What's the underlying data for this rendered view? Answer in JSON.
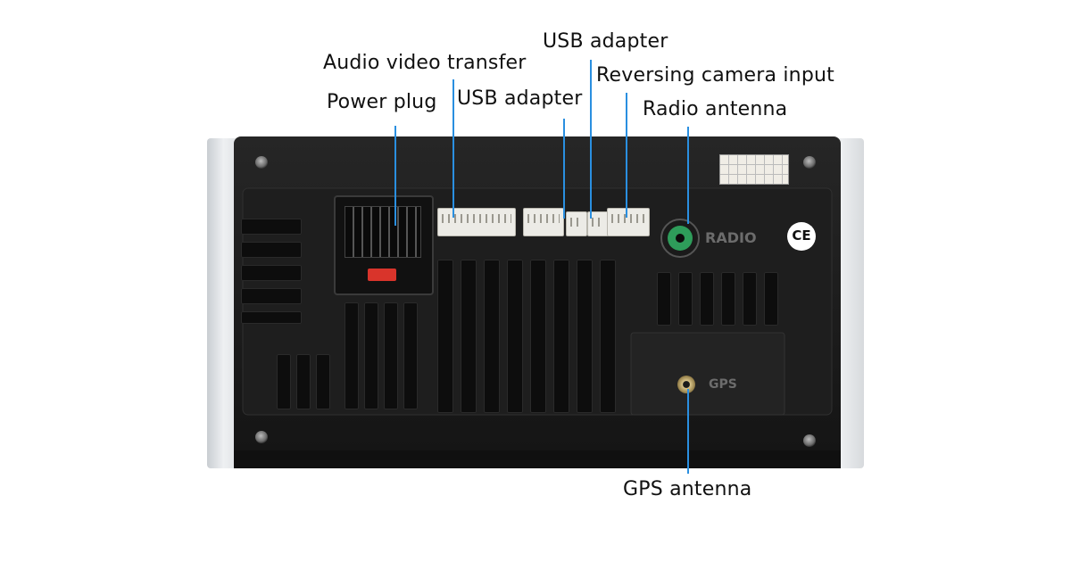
{
  "labels": {
    "audio_video_transfer": "Audio video transfer",
    "power_plug": "Power plug",
    "usb_adapter_1": "USB adapter",
    "usb_adapter_2": "USB adapter",
    "reversing_camera_input": "Reversing camera input",
    "radio_antenna": "Radio antenna",
    "gps_antenna": "GPS antenna"
  },
  "markings": {
    "radio": "RADIO",
    "gps": "GPS",
    "ce": "CE"
  },
  "colors": {
    "leader_line": "#2a8fe0",
    "housing": "#1b1b1b",
    "bracket": "#dfe2e5",
    "radio_socket": "#2e9c5a",
    "fuse": "#d9342b"
  }
}
